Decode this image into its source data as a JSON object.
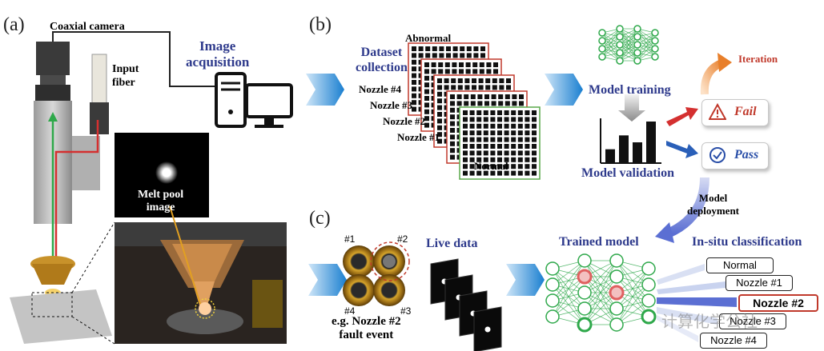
{
  "panel_a": {
    "label": "(a)",
    "coaxial_camera": "Coaxial camera",
    "input_fiber": "Input\nfiber",
    "image_acquisition": "Image\nacquisition",
    "melt_pool_image": "Melt pool\nimage"
  },
  "panel_b": {
    "label": "(b)",
    "dataset_collection": "Dataset\ncollection",
    "abnormal": "Abnormal",
    "normal": "Normal",
    "nozzles": [
      "Nozzle #4",
      "Nozzle #3",
      "Nozzle #2",
      "Nozzle #1"
    ],
    "model_training": "Model training",
    "model_validation": "Model validation",
    "iteration": "Iteration",
    "fail": "Fail",
    "pass": "Pass",
    "model_deployment": "Model\ndeployment",
    "bar_values": [
      2,
      4,
      3,
      6
    ]
  },
  "panel_c": {
    "label": "(c)",
    "nozzle_ids": [
      "#1",
      "#2",
      "#4",
      "#3"
    ],
    "fault_event": "e.g. Nozzle #2\nfault event",
    "live_data": "Live data",
    "trained_model": "Trained model",
    "insitu_classification": "In-situ classification",
    "classes": [
      "Normal",
      "Nozzle #1",
      "Nozzle #2",
      "Nozzle #3",
      "Nozzle #4"
    ],
    "highlighted_class": "Nozzle #2"
  },
  "watermark": "计算化学公社",
  "colors": {
    "accent_blue": "#2e3a8c",
    "arrow_blue": "#2f8fd8",
    "fail_red": "#c0392b",
    "network_green": "#2ea84a",
    "abnormal_red": "#c0392b",
    "normal_green": "#5aa84a"
  }
}
